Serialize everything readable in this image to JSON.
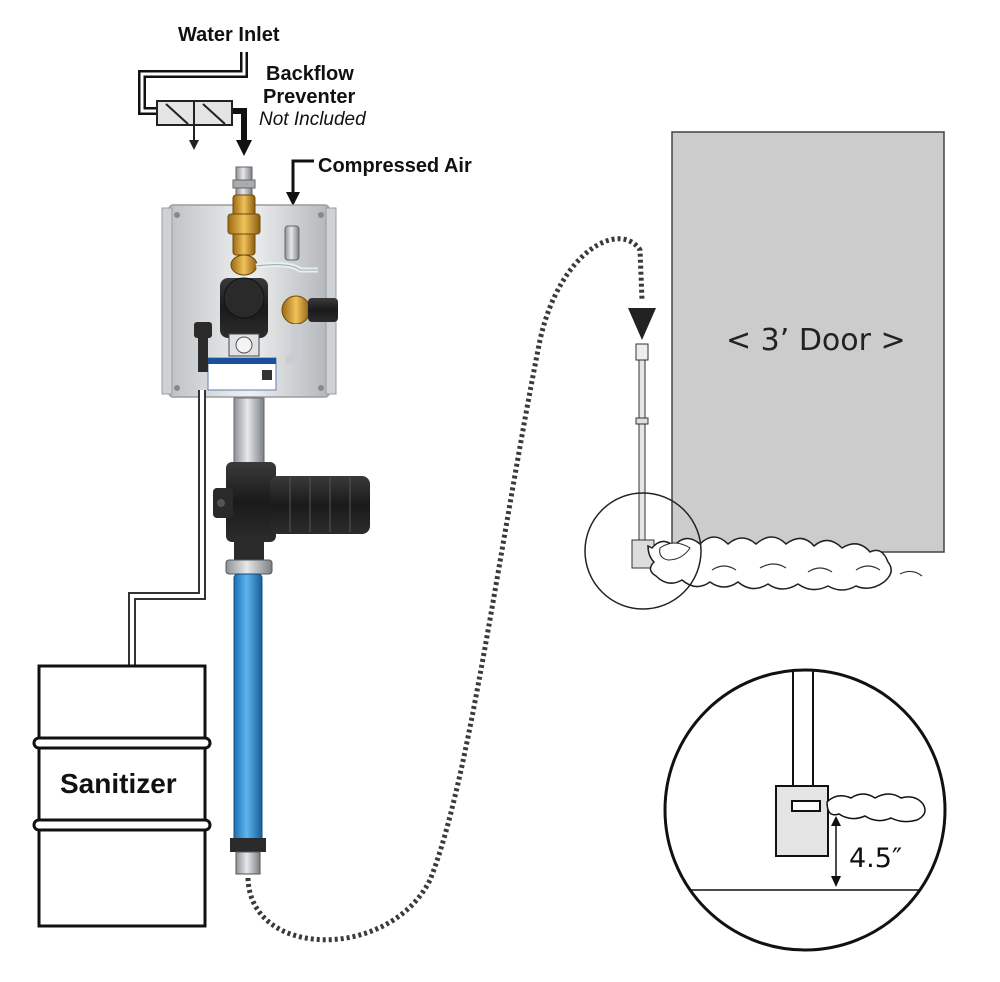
{
  "labels": {
    "water_inlet": "Water Inlet",
    "backflow_line1": "Backflow",
    "backflow_line2": "Preventer",
    "not_included": "Not Included",
    "compressed_air": "Compressed Air",
    "door": "< 3’ Door >",
    "sanitizer": "Sanitizer",
    "clearance": "4.5″"
  },
  "colors": {
    "hose_blue": "#2f8fd6",
    "door_gray": "#cccccc",
    "panel_steel": "#d8dadc",
    "brass": "#c9962e"
  }
}
